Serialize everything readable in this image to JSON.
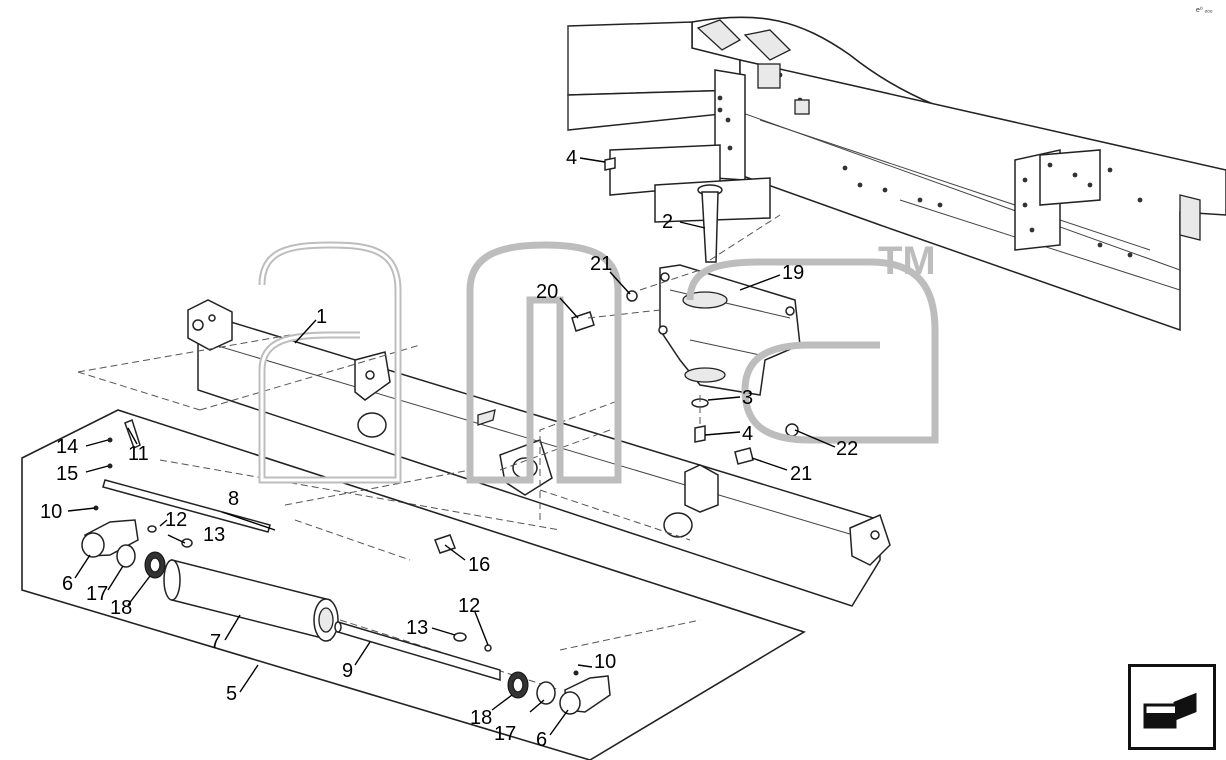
{
  "corner_code": "e⁰ ₒₒₒ",
  "watermark": {
    "text": "ana",
    "trademark": "TM"
  },
  "callouts": [
    "1",
    "2",
    "3",
    "4",
    "4",
    "5",
    "6",
    "6",
    "7",
    "8",
    "9",
    "10",
    "10",
    "11",
    "12",
    "12",
    "13",
    "13",
    "14",
    "15",
    "16",
    "17",
    "17",
    "18",
    "18",
    "19",
    "20",
    "21",
    "21",
    "22"
  ],
  "nav_icon": "return-arrow-icon"
}
